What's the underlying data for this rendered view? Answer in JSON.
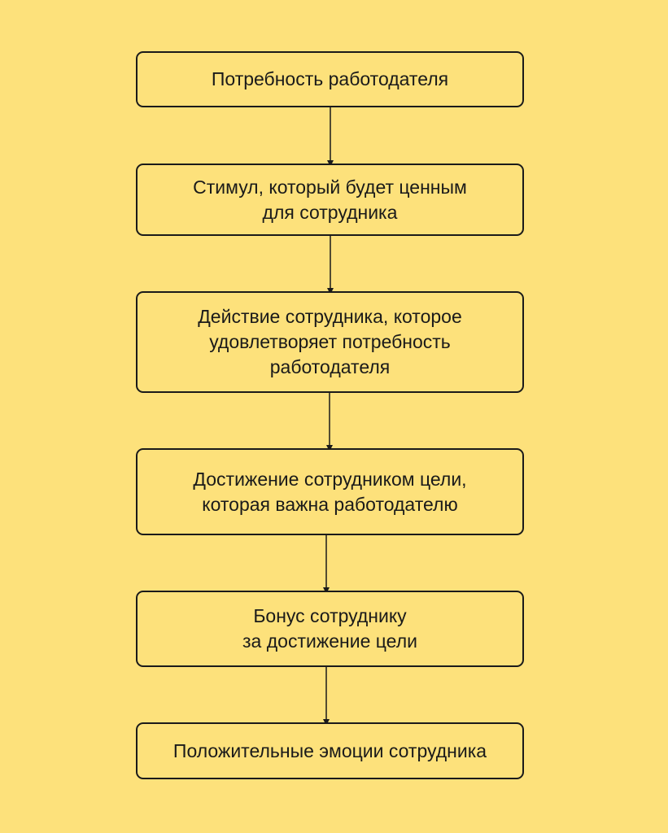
{
  "colors": {
    "background": "#FDE17B",
    "stroke": "#1a1a1a",
    "text": "#1a1a1a"
  },
  "steps": [
    {
      "lines": [
        "Потребность работодателя"
      ]
    },
    {
      "lines": [
        "Стимул, который будет ценным",
        "для сотрудника"
      ]
    },
    {
      "lines": [
        "Действие сотрудника, которое",
        "удовлетворяет потребность",
        "работодателя"
      ]
    },
    {
      "lines": [
        "Достижение сотрудником цели,",
        "которая важна работодателю"
      ]
    },
    {
      "lines": [
        "Бонус сотруднику",
        "за достижение цели"
      ]
    },
    {
      "lines": [
        "Положительные эмоции сотрудника"
      ]
    }
  ]
}
